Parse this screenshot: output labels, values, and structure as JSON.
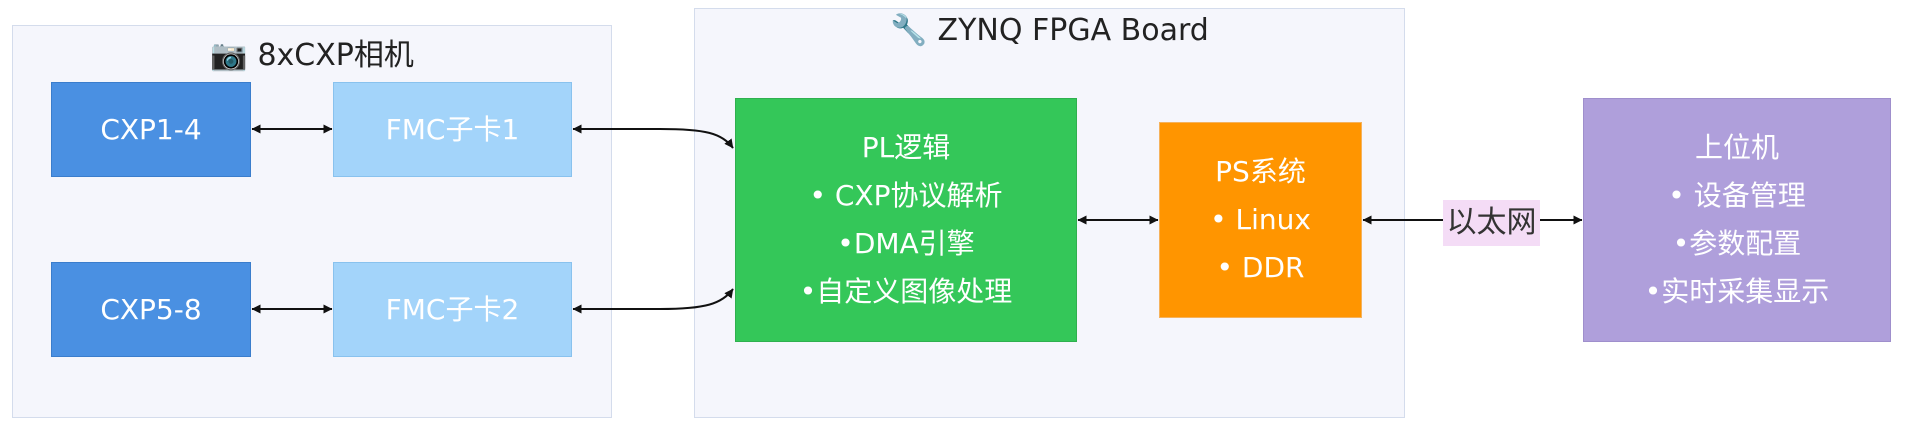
{
  "groups": {
    "camera": {
      "icon": "📷",
      "title": "8xCXP相机"
    },
    "board": {
      "icon": "🔧",
      "title": "ZYNQ FPGA Board"
    }
  },
  "nodes": {
    "cxp14": {
      "lines": [
        "CXP1-4"
      ]
    },
    "cxp58": {
      "lines": [
        "CXP5-8"
      ]
    },
    "fmc1": {
      "lines": [
        "FMC子卡1"
      ]
    },
    "fmc2": {
      "lines": [
        "FMC子卡2"
      ]
    },
    "pl": {
      "lines": [
        "PL逻辑",
        "• CXP协议解析",
        "•DMA引擎",
        "•自定义图像处理"
      ]
    },
    "ps": {
      "lines": [
        "PS系统",
        "• Linux",
        "• DDR"
      ]
    },
    "host": {
      "lines": [
        "上位机",
        "• 设备管理",
        "•参数配置",
        "•实时采集显示"
      ]
    }
  },
  "edges": {
    "ps_host_label": "以太网"
  },
  "colors": {
    "blue": "#4a90e2",
    "light_blue": "#a3d4fa",
    "green": "#34c759",
    "orange": "#ff9500",
    "purple": "#af9fdb",
    "edge_label_bg": "#f4dcf6"
  }
}
